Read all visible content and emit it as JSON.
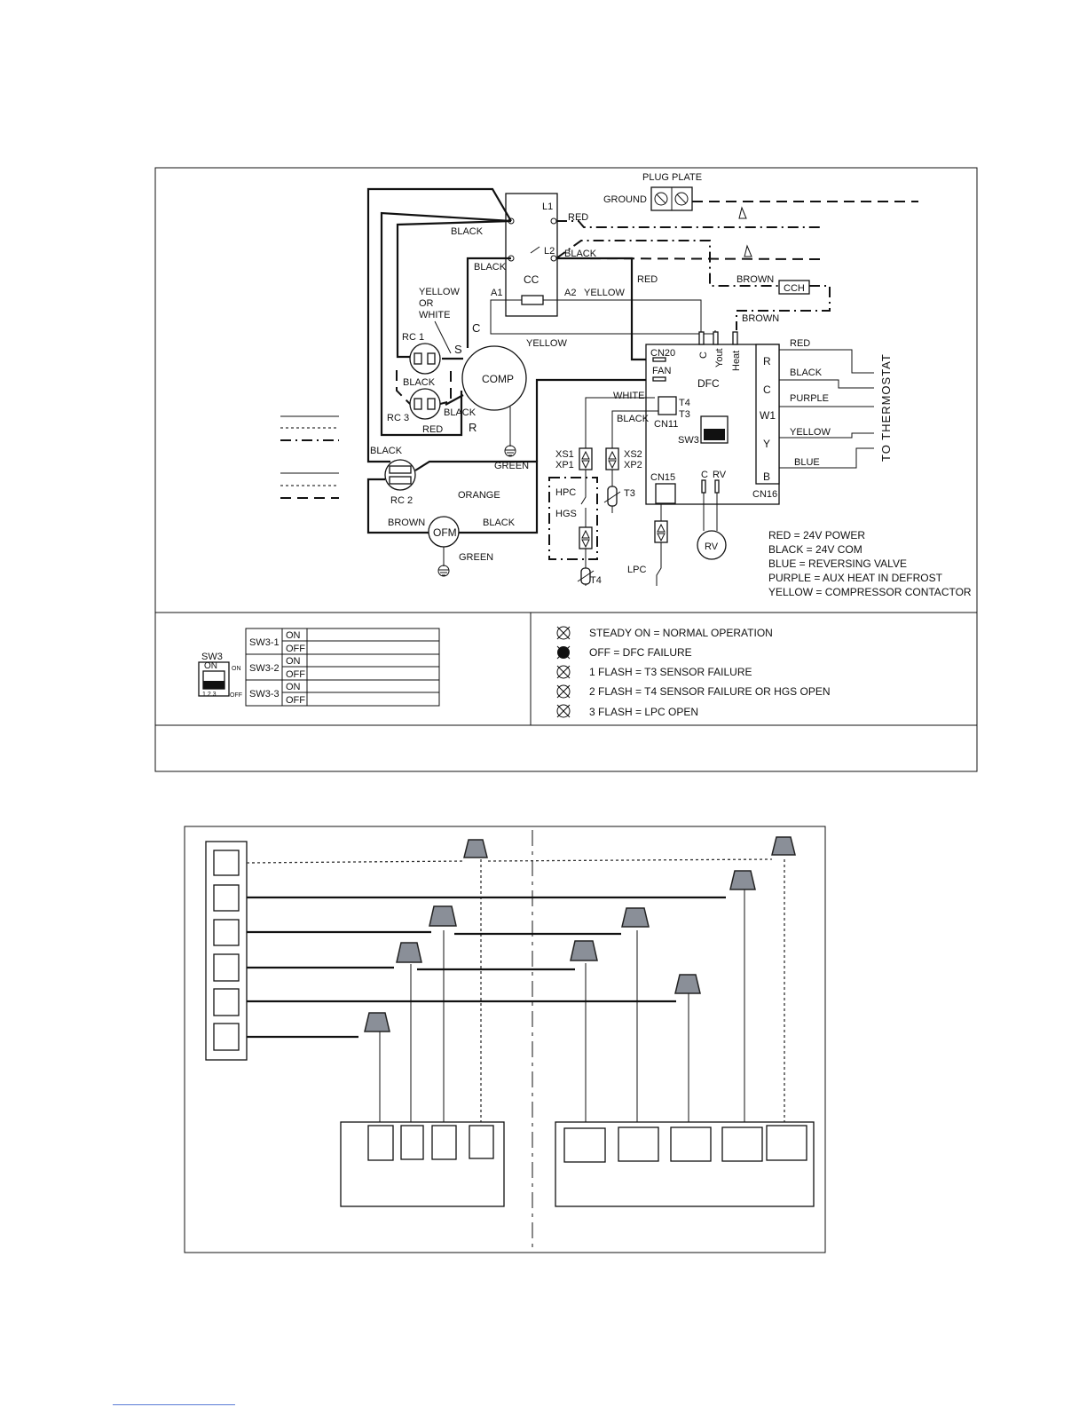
{
  "schematic": {
    "plug_plate": "PLUG PLATE",
    "ground": "GROUND",
    "contactor_terminals": [
      "L1",
      "L2",
      "A1",
      "A2"
    ],
    "contactor": "CC",
    "compressor": "COMP",
    "compressor_terminals": [
      "C",
      "S",
      "R"
    ],
    "run_caps": [
      "RC 1",
      "RC 2",
      "RC 3"
    ],
    "fan_motor": "OFM",
    "crankcase_heater": "CCH",
    "board_name": "DFC",
    "board_connectors": [
      "CN20",
      "FAN",
      "CN11",
      "CN15",
      "CN16",
      "SW3"
    ],
    "board_terminals": [
      "C",
      "Yout",
      "Heat",
      "T4",
      "T3",
      "C",
      "RV"
    ],
    "thermostat_terminals": [
      "R",
      "C",
      "W1",
      "Y",
      "B"
    ],
    "sensors": [
      "XS1",
      "XP1",
      "XS2",
      "XP2",
      "HPC",
      "HGS",
      "T3",
      "T4",
      "LPC",
      "RV"
    ],
    "to_thermostat": "TO THERMOSTAT",
    "wires": {
      "red": "RED",
      "black": "BLACK",
      "brown": "BROWN",
      "yellow": "YELLOW",
      "yellow_or_white": [
        "YELLOW",
        "OR",
        "WHITE"
      ],
      "orange": "ORANGE",
      "green": "GREEN",
      "white": "WHITE",
      "purple": "PURPLE",
      "blue": "BLUE"
    },
    "legend": [
      "RED = 24V POWER",
      "BLACK = 24V COM",
      "BLUE = REVERSING VALVE",
      "PURPLE = AUX HEAT IN DEFROST",
      "YELLOW = COMPRESSOR CONTACTOR"
    ]
  },
  "sw3_table": {
    "label": "SW3",
    "switch_on": "ON",
    "switch_off": "OFF",
    "switch_numbers": "1  2  3",
    "rows": [
      {
        "name": "SW3-1",
        "on": "ON",
        "off": "OFF"
      },
      {
        "name": "SW3-2",
        "on": "ON",
        "off": "OFF"
      },
      {
        "name": "SW3-3",
        "on": "ON",
        "off": "OFF"
      }
    ]
  },
  "led_codes": [
    {
      "state": "steady",
      "text": "STEADY  ON =  NORMAL OPERATION"
    },
    {
      "state": "off",
      "text": "OFF  = DFC FAILURE"
    },
    {
      "state": "flash",
      "text": "1 FLASH = T3 SENSOR  FAILURE"
    },
    {
      "state": "flash",
      "text": "2 FLASH = T4 SENSOR  FAILURE OR  HGS OPEN"
    },
    {
      "state": "flash",
      "text": "3 FLASH =  LPC OPEN"
    }
  ]
}
